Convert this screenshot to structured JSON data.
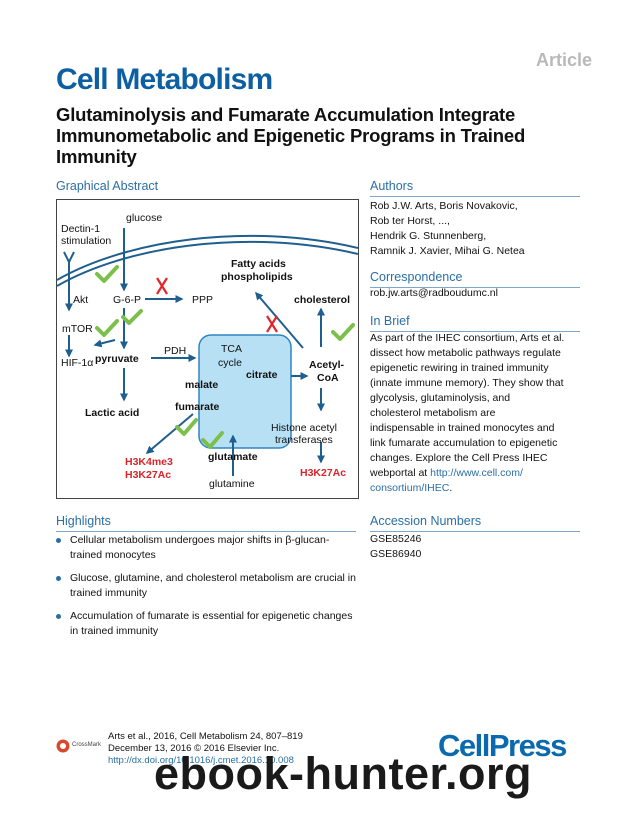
{
  "header": {
    "article_label": "Article",
    "journal_name": "Cell Metabolism",
    "title": "Glutaminolysis and Fumarate Accumulation Integrate Immunometabolic and Epigenetic Programs in Trained Immunity"
  },
  "graphical_abstract": {
    "heading": "Graphical Abstract",
    "labels": {
      "dectin": "Dectin-1",
      "stimulation": "stimulation",
      "glucose": "glucose",
      "akt": "Akt",
      "g6p": "G-6-P",
      "ppp": "PPP",
      "fatty_acids": "Fatty acids",
      "phospholipids": "phospholipids",
      "cholesterol": "cholesterol",
      "mtor": "mTOR",
      "hif": "HIF-1α",
      "pyruvate": "pyruvate",
      "pdh": "PDH",
      "tca": "TCA",
      "cycle": "cycle",
      "citrate": "citrate",
      "malate": "malate",
      "acetyl1": "Acetyl-",
      "acetyl2": "CoA",
      "lactic": "Lactic acid",
      "fumarate": "fumarate",
      "hat1": "Histone acetyl",
      "hat2": "transferases",
      "h3k4me3": "H3K4me3",
      "h3k27ac_left": "H3K27Ac",
      "glutamate": "glutamate",
      "glutamine": "glutamine",
      "h3k27ac_right": "H3K27Ac"
    },
    "colors": {
      "arrow": "#1f5f8f",
      "check": "#7cc04b",
      "cross": "#e0262a",
      "tca_fill": "#b8e0f5",
      "tca_stroke": "#2f86c0",
      "histone_mark": "#d9242a"
    }
  },
  "authors": {
    "heading": "Authors",
    "lines": [
      "Rob J.W. Arts, Boris Novakovic,",
      "Rob ter Horst, ...,",
      "Hendrik G. Stunnenberg,",
      "Ramnik J. Xavier, Mihai G. Netea"
    ]
  },
  "correspondence": {
    "heading": "Correspondence",
    "email": "rob.jw.arts@radboudumc.nl"
  },
  "in_brief": {
    "heading": "In Brief",
    "lines": [
      "As part of the IHEC consortium, Arts et al.",
      "dissect how metabolic pathways regulate",
      "epigenetic rewiring in trained immunity",
      "(innate immune memory). They show that",
      "glycolysis, glutaminolysis, and",
      "cholesterol metabolism are",
      "indispensable in trained monocytes and",
      "link fumarate accumulation to epigenetic",
      "changes. Explore the Cell Press IHEC"
    ],
    "line_portal_prefix": "webportal at ",
    "link_part1": "http://www.cell.com/",
    "link_part2": "consortium/IHEC",
    "link_suffix": "."
  },
  "highlights": {
    "heading": "Highlights",
    "items": [
      {
        "line1": "Cellular metabolism undergoes major shifts in β-glucan-",
        "line2": "trained monocytes"
      },
      {
        "line1": "Glucose, glutamine, and cholesterol metabolism are crucial in",
        "line2": "trained immunity"
      },
      {
        "line1": "Accumulation of fumarate is essential for epigenetic changes",
        "line2": "in trained immunity"
      }
    ]
  },
  "accession": {
    "heading": "Accession Numbers",
    "numbers": [
      "GSE85246",
      "GSE86940"
    ]
  },
  "footer": {
    "crossmark": "CrossMark",
    "citation": "Arts et al., 2016, Cell Metabolism 24, 807–819",
    "date": "December 13, 2016 © 2016 Elsevier Inc.",
    "doi": "http://dx.doi.org/10.1016/j.cmet.2016.10.008",
    "publisher_logo": "CellPress",
    "watermark": "ebook-hunter.org"
  }
}
